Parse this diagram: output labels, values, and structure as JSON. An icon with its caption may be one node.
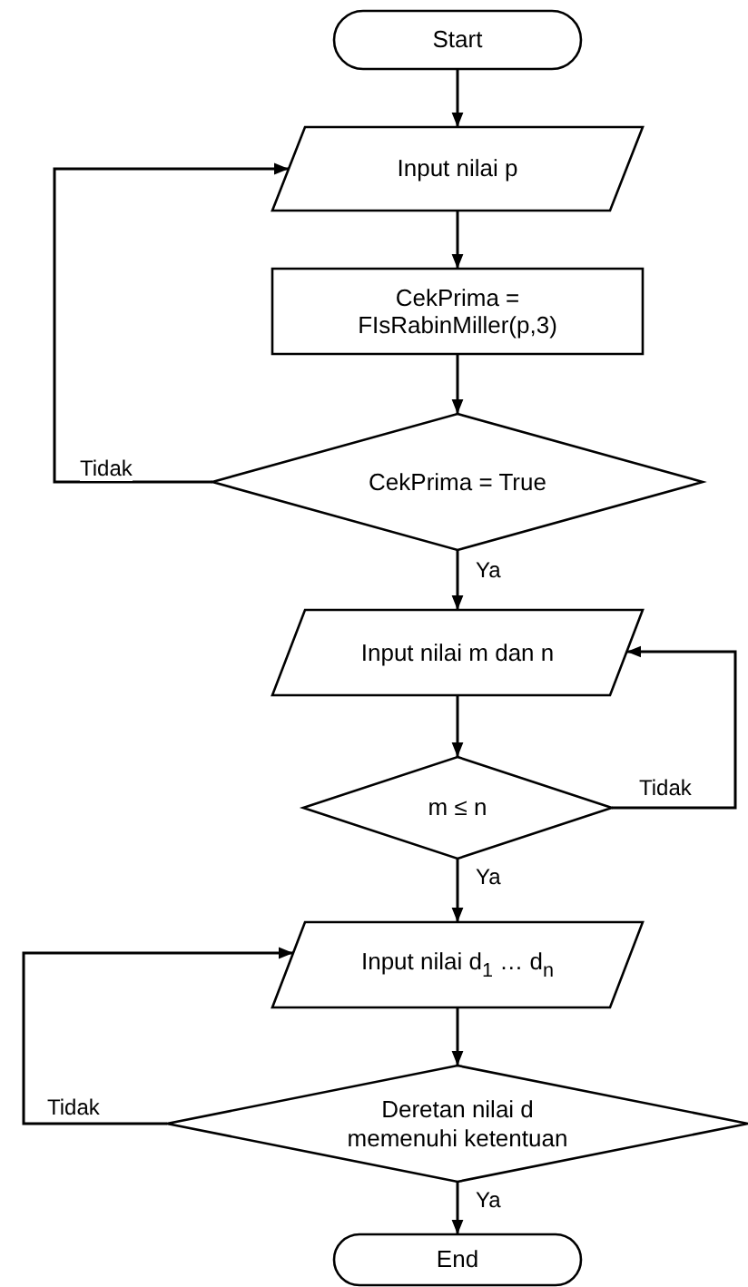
{
  "diagram": {
    "nodes": [
      {
        "text": [
          "Start"
        ]
      },
      {
        "text": [
          "Input nilai p"
        ]
      },
      {
        "text": [
          "CekPrima = FIsRabinMiller(p,3)"
        ]
      },
      {
        "text": [
          "CekPrima = True"
        ]
      },
      {
        "text": [
          "Input nilai m dan n"
        ]
      },
      {
        "text": [
          "m ≤ n"
        ]
      },
      {
        "text": [
          "Input nilai d$_{1}$ … d$_{n}$"
        ]
      },
      {
        "text": [
          "Deretan nilai d memenuhi ketentuan"
        ]
      },
      {
        "text": [
          "End"
        ]
      }
    ],
    "edges": [
      {
        "from": 0,
        "to": 1,
        "arrow": "to"
      },
      {
        "from": 1,
        "to": 2,
        "arrow": "to"
      },
      {
        "from": 2,
        "to": 3,
        "arrow": "to"
      },
      {
        "from": 3,
        "to": 1,
        "arrow": "to",
        "label": "Tidak"
      },
      {
        "from": 3,
        "to": 4,
        "arrow": "to",
        "label": "Ya"
      },
      {
        "from": 4,
        "to": 5,
        "arrow": "to"
      },
      {
        "from": 5,
        "to": 4,
        "arrow": "to",
        "label": "Tidak"
      },
      {
        "from": 5,
        "to": 6,
        "arrow": "to",
        "label": "Ya"
      },
      {
        "from": 6,
        "to": 7,
        "arrow": "to"
      },
      {
        "from": 7,
        "to": 6,
        "arrow": "to",
        "label": "Tidak"
      },
      {
        "from": 7,
        "to": 8,
        "arrow": "to",
        "label": "Ya"
      }
    ]
  }
}
